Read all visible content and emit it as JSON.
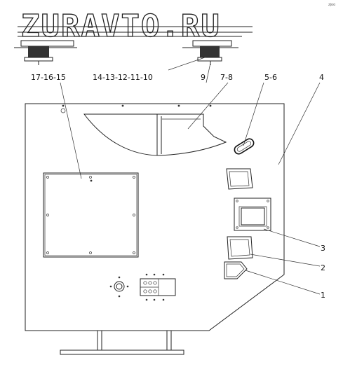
{
  "watermark": "ZURAVTO.RU",
  "corner_mark": "zjoo",
  "callouts": {
    "c_17_16_15": "17-16-15",
    "c_14_10": "14-13-12-11-10",
    "c_9": "9",
    "c_7_8": "7-8",
    "c_5_6": "5-6",
    "c_4": "4",
    "c_3": "3",
    "c_2": "2",
    "c_1": "1"
  }
}
